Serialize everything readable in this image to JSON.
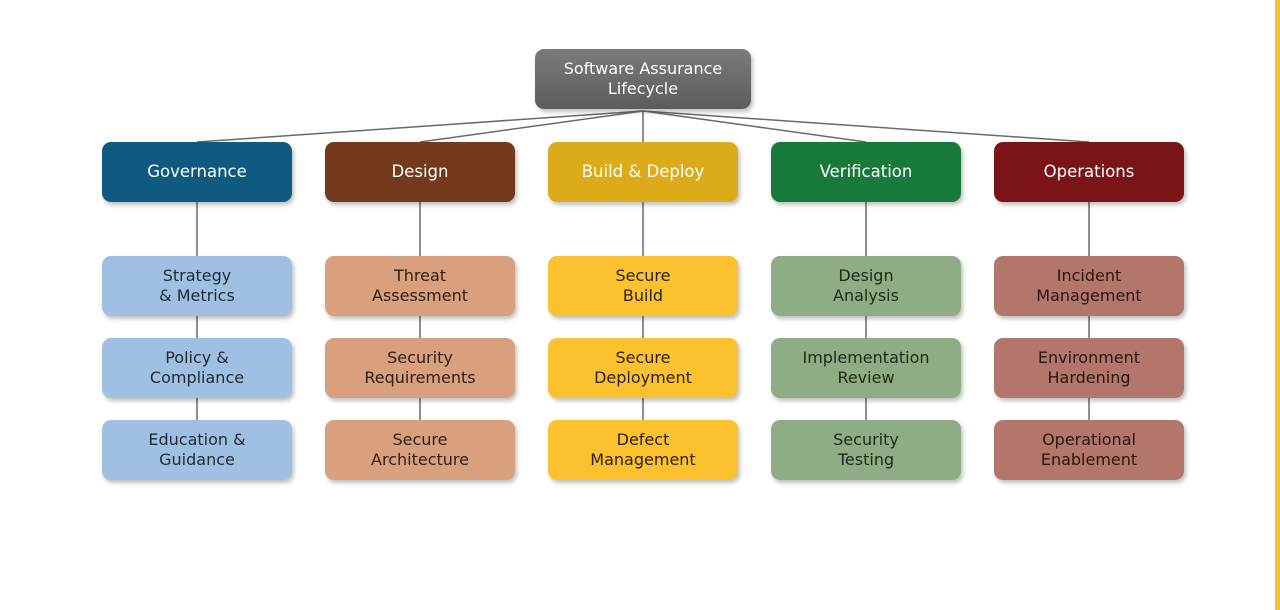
{
  "root": {
    "label": "Software Assurance\nLifecycle",
    "color": "#6b6b6b"
  },
  "columns": [
    {
      "label": "Governance",
      "color": "#0f5a80",
      "item_color": "#9fc0e2",
      "item_text": "#1f2a36",
      "items": [
        "Strategy\n& Metrics",
        "Policy &\nCompliance",
        "Education &\nGuidance"
      ]
    },
    {
      "label": "Design",
      "color": "#733b1c",
      "item_color": "#d9a07e",
      "item_text": "#2f2014",
      "items": [
        "Threat\nAssessment",
        "Security\nRequirements",
        "Secure\nArchitecture"
      ]
    },
    {
      "label": "Build & Deploy",
      "color": "#dcab1a",
      "item_color": "#fcc12e",
      "item_text": "#2d2308",
      "items": [
        "Secure\nBuild",
        "Secure\nDeployment",
        "Defect\nManagement"
      ]
    },
    {
      "label": "Verification",
      "color": "#177a3a",
      "item_color": "#8ead85",
      "item_text": "#1b2a19",
      "items": [
        "Design\nAnalysis",
        "Implementation\nReview",
        "Security\nTesting"
      ]
    },
    {
      "label": "Operations",
      "color": "#7b1416",
      "item_color": "#b2776a",
      "item_text": "#2b1512",
      "items": [
        "Incident\nManagement",
        "Environment\nHardening",
        "Operational\nEnablement"
      ]
    }
  ]
}
